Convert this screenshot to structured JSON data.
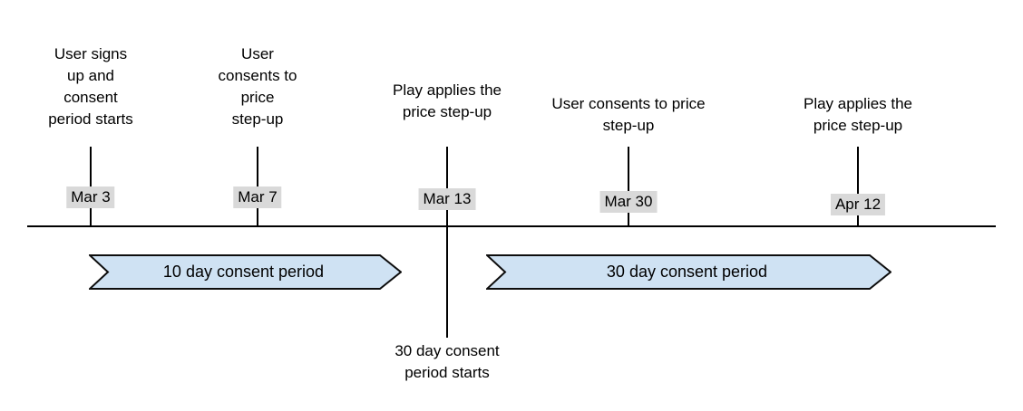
{
  "diagram": {
    "type": "timeline",
    "colors": {
      "background": "#ffffff",
      "text": "#000000",
      "line": "#000000",
      "date_bg": "#d9d9d9",
      "banner_fill": "#cfe2f3",
      "banner_border": "#0d0d0d"
    },
    "events": [
      {
        "date": "Mar 3",
        "label": "User signs\nup and\nconsent\nperiod starts"
      },
      {
        "date": "Mar 7",
        "label": "User\nconsents to\nprice\nstep-up"
      },
      {
        "date": "Mar 13",
        "label": "Play applies the\nprice step-up",
        "note_below": "30 day consent\nperiod starts"
      },
      {
        "date": "Mar 30",
        "label": "User consents to price\nstep-up"
      },
      {
        "date": "Apr 12",
        "label": "Play applies the\nprice step-up"
      }
    ],
    "periods": [
      {
        "label": "10 day consent period"
      },
      {
        "label": "30 day consent period"
      }
    ]
  }
}
